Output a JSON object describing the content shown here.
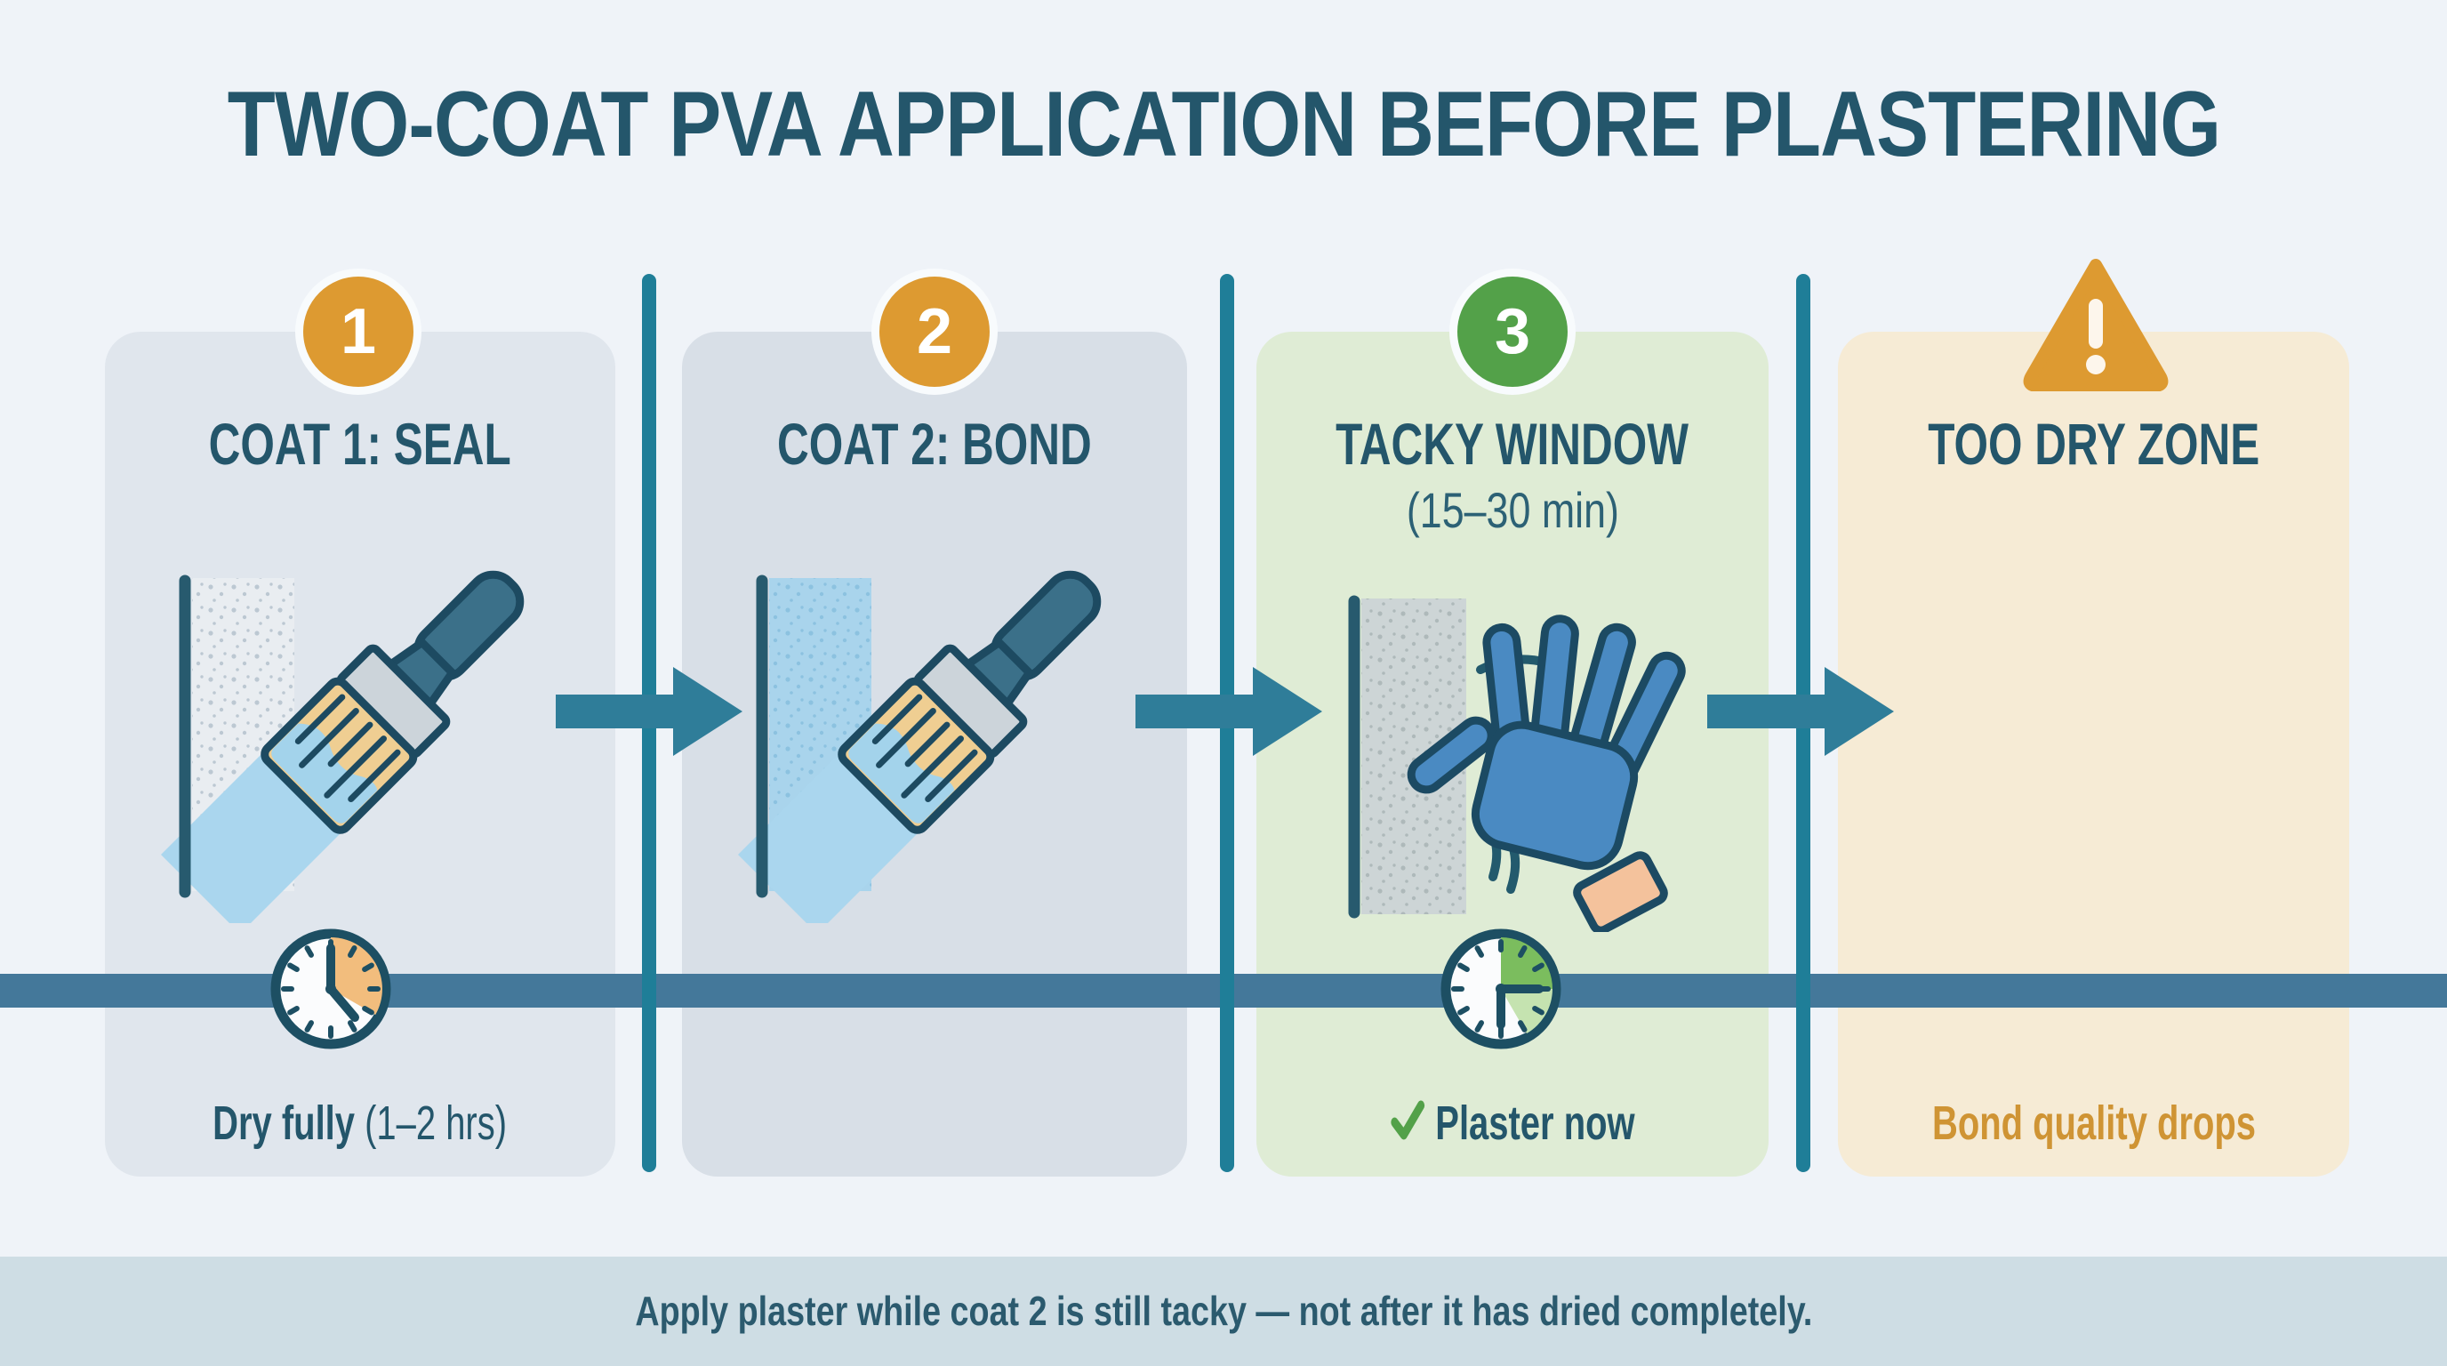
{
  "title": "TWO-COAT PVA APPLICATION BEFORE PLASTERING",
  "caption": "Apply plaster while coat 2 is still tacky — not after it has dried completely.",
  "panels": {
    "coat1": {
      "badge": "1",
      "heading": "COAT 1: SEAL",
      "footer_bold": "Dry fully",
      "footer_note": " (1–2 hrs)"
    },
    "coat2": {
      "badge": "2",
      "heading": "COAT 2: BOND"
    },
    "tacky": {
      "badge": "3",
      "heading": "TACKY WINDOW",
      "subheading": "(15–30 min)",
      "footer": "Plaster now"
    },
    "toodry": {
      "heading": "TOO DRY ZONE",
      "footer": "Bond quality drops"
    }
  },
  "icons": {
    "badge_1": "number-badge-icon",
    "badge_2": "number-badge-icon",
    "badge_3": "number-badge-icon",
    "warning": "warning-triangle-icon",
    "clock_coat1": "clock-icon",
    "clock_tacky": "clock-icon",
    "check": "check-icon",
    "brush": "paintbrush-icon",
    "glove": "glove-icon",
    "arrow": "arrow-right-icon"
  },
  "colors": {
    "page_bg": "#eff3f8",
    "title_text": "#24566b",
    "panel_coat1_bg": "#e0e6ed",
    "panel_coat2_bg": "#d8dfe7",
    "panel_tacky_bg": "#dfecd5",
    "panel_toodry_bg": "#f6ebd5",
    "badge_orange": "#dd9a31",
    "badge_green": "#53a149",
    "divider_teal": "#1f7e98",
    "timeline_blue": "#44789a",
    "arrow_blue": "#2f7d99",
    "amber_text": "#cf9434",
    "check_green": "#53a149",
    "caption_band_bg": "#cedde4"
  }
}
